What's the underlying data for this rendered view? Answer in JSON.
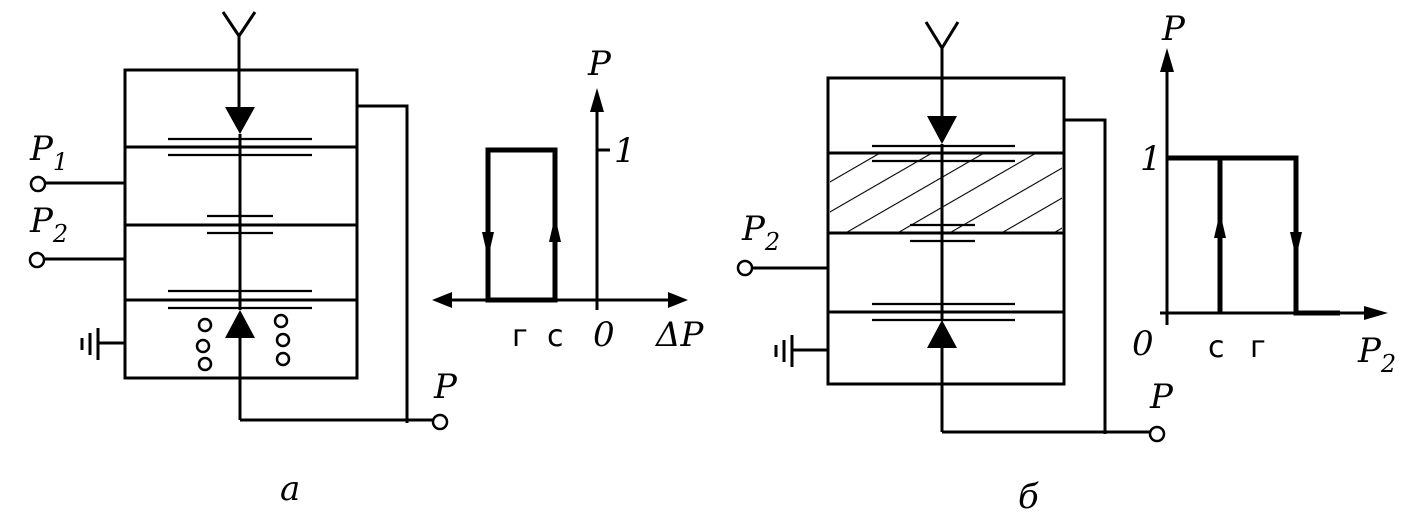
{
  "diagram_a": {
    "inputs": [
      {
        "symbol": "P",
        "subscript": "1"
      },
      {
        "symbol": "P",
        "subscript": "2"
      }
    ],
    "output": "P",
    "chart": {
      "y_label": "P",
      "y_tick": "1",
      "x_label": "ΔP",
      "origin": "0",
      "x_marks": [
        "г",
        "с"
      ]
    },
    "caption": "а"
  },
  "diagram_b": {
    "inputs": [
      {
        "symbol": "P",
        "subscript": "2"
      }
    ],
    "output": "P",
    "chart": {
      "y_label": "P",
      "y_tick": "1",
      "x_label": {
        "symbol": "P",
        "subscript": "2"
      },
      "origin": "0",
      "x_marks": [
        "с",
        "г"
      ]
    },
    "caption": "б"
  }
}
